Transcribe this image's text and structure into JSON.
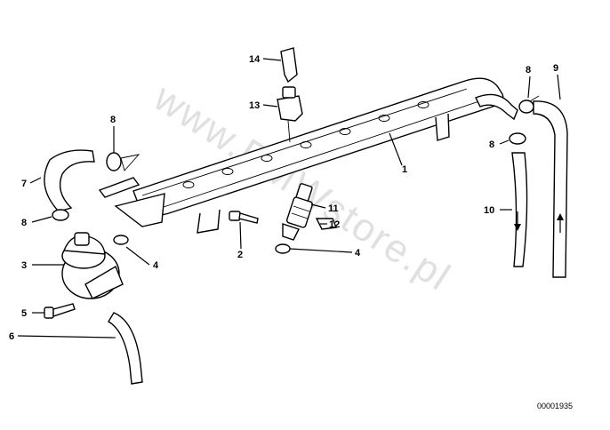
{
  "watermark": "www.BMWstore.pl",
  "reference_number": "00001935",
  "labels": {
    "l1": "1",
    "l2": "2",
    "l3": "3",
    "l4a": "4",
    "l4b": "4",
    "l5": "5",
    "l6": "6",
    "l7": "7",
    "l8a": "8",
    "l8b": "8",
    "l8c": "8",
    "l8d": "8",
    "l9": "9",
    "l10": "10",
    "l11": "11",
    "l12": "12",
    "l13": "13",
    "l14": "14"
  }
}
